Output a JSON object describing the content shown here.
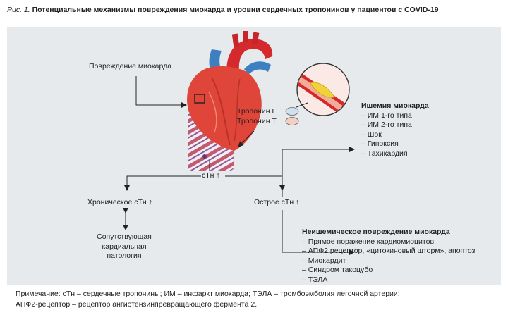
{
  "figure": {
    "label": "Рис. 1.",
    "title": "Потенциальные механизмы повреждения миокарда и уровни сердечных тропонинов у пациентов с COVID-19"
  },
  "diagram": {
    "injury_label": "Повреждение миокарда",
    "troponin_i": "Тропонин I",
    "troponin_t": "Тропонин T",
    "ctn": "сТн ↑",
    "chronic": "Хроническое сТн ↑",
    "acute": "Острое сТн ↑",
    "comorbid": [
      "Сопутствующая",
      "кардиальная",
      "патология"
    ],
    "ischemia": {
      "title": "Ишемия миокарда",
      "items": [
        "– ИМ 1-го типа",
        "– ИМ 2-го типа",
        "– Шок",
        "– Гипоксия",
        "– Тахикардия"
      ]
    },
    "nonischemic": {
      "title": "Неишемическое повреждение миокарда",
      "items": [
        "– Прямое поражение кардиомиоцитов",
        "– АПФ2 рецептор, «цитокиновый шторм», апоптоз",
        "– Миокардит",
        "– Синдром такоцубо",
        "– ТЭЛА"
      ]
    }
  },
  "note": {
    "line1": "Примечание: сТн – сердечные тропонины; ИМ – инфаркт миокарда; ТЭЛА – тромбоэмболия легочной артерии;",
    "line2": "АПФ2-рецептор – рецептор ангиотензинпревращающего фермента 2."
  },
  "colors": {
    "panel": "#e7eaec",
    "heart": "#e0453a",
    "aorta": "#d42a2e",
    "vessel_blue": "#3d7fc1",
    "muscle": "#c25a72",
    "artery_wall": "#d62828",
    "plaque": "#f2d23a",
    "troponin_i": "#cfe0ef",
    "troponin_t": "#f3cfc2"
  }
}
